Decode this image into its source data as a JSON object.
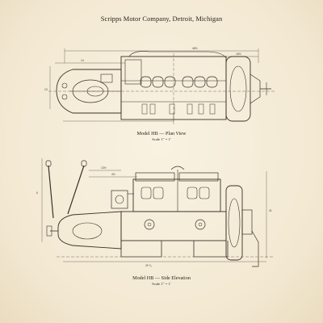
{
  "document": {
    "heading": "Scripps Motor Company, Detroit, Michigan",
    "figures": [
      {
        "title": "Model HB — Plan View",
        "scale": "Scale 1″ = 1′"
      },
      {
        "title": "Model HB — Side Elevation",
        "scale": "Scale 1″ = 1′"
      }
    ]
  },
  "dimensions": {
    "plan_overall": "48½",
    "plan_left": "14",
    "plan_right": "18½",
    "plan_height": "10",
    "side_overall": "29 ⁵⁄₈",
    "side_top": "13½",
    "side_left": "6",
    "side_height": "31",
    "side_small": "4½"
  }
}
